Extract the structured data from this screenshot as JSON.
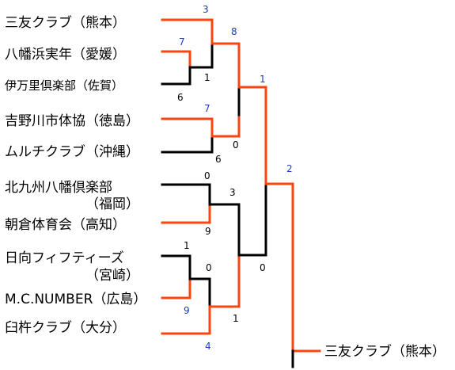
{
  "teams": [
    {
      "name": "三友クラブ（熊本）"
    },
    {
      "name": "八幡浜実年（愛媛）"
    },
    {
      "name": "伊万里倶楽部（佐賀）"
    },
    {
      "name": "吉野川市体協（徳島）"
    },
    {
      "name": "ムルチクラブ（沖縄）"
    },
    {
      "name": "北九州八幡倶楽部"
    },
    {
      "name": "（福岡）"
    },
    {
      "name": "朝倉体育会（高知）"
    },
    {
      "name": "日向フィフティーズ"
    },
    {
      "name": "（宮崎）"
    },
    {
      "name": "M.C.NUMBER（広島）"
    },
    {
      "name": "臼杵クラブ（大分）"
    }
  ],
  "champion": "三友クラブ（熊本）",
  "scores": {
    "r1_m1_win": "7",
    "r1_m1_lose": "1",
    "r1_m1_lose_b": "6",
    "r1_m2_win": "7",
    "r1_m2_lose": "0",
    "r1_m2_lose_b": "6",
    "r1_m3_lose": "0",
    "r1_m3_win": "3",
    "r1_m4_lose": "1",
    "r1_m4_win": "9",
    "qf1_top": "3",
    "qf2_lose": "0",
    "qf4_lose": "1",
    "qf4_win": "4",
    "sf1_win": "8",
    "sf2_lose": "0",
    "sf2_lose_b": "0",
    "final_win": "1",
    "final_top": "2"
  },
  "colors": {
    "winner": "#ff4411",
    "loser": "#000000",
    "score_win": "#1a3cc8",
    "score_lose": "#000000"
  }
}
